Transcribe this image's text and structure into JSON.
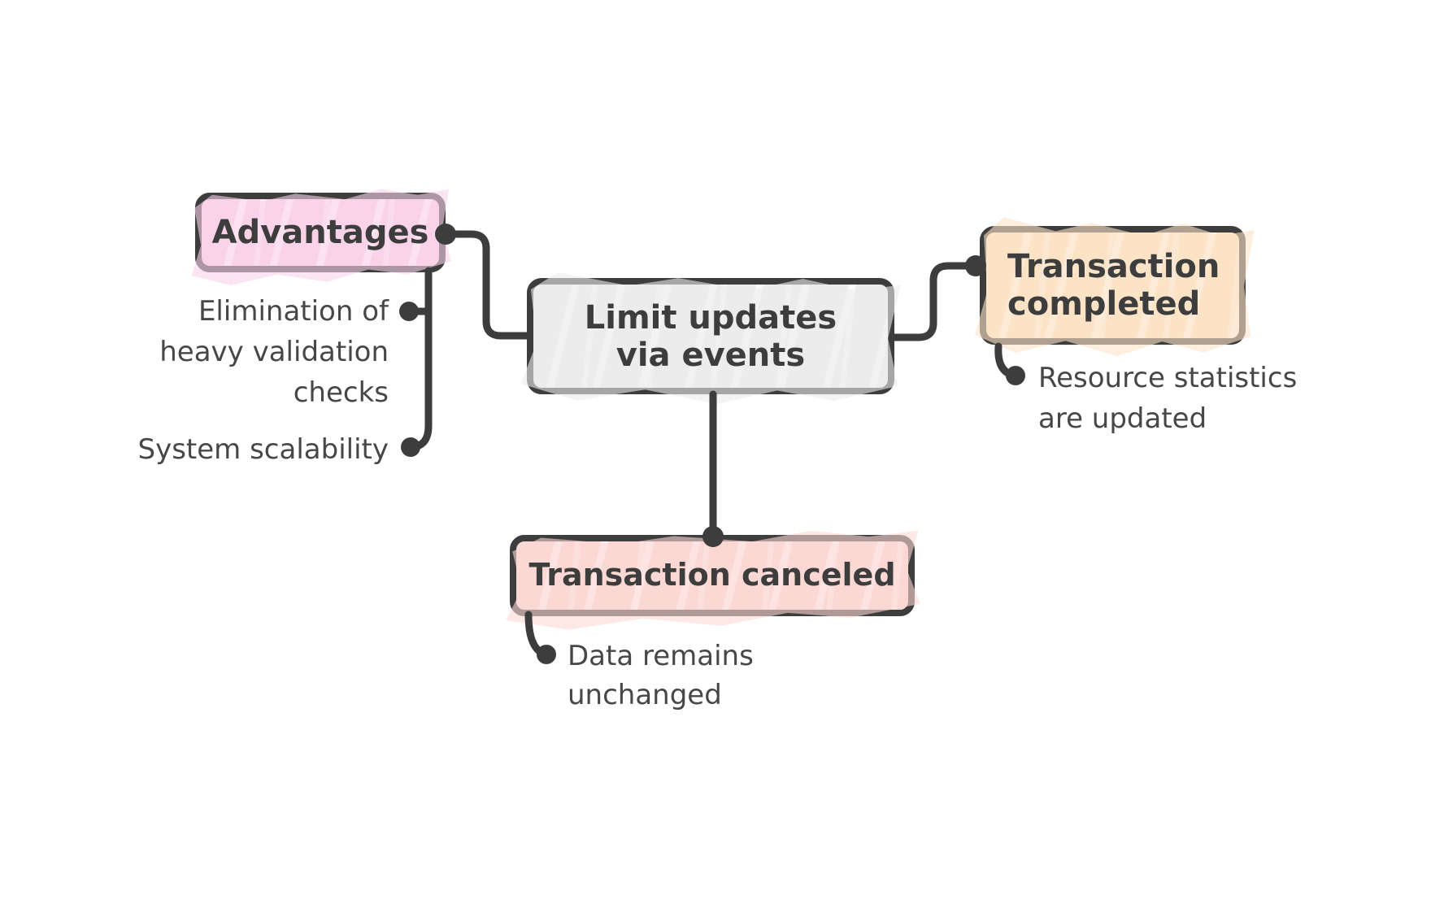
{
  "diagram": {
    "nodes": {
      "center": {
        "label": "Limit updates via events",
        "fill": "#ececec"
      },
      "advantages": {
        "label": "Advantages",
        "fill": "#fad3e9"
      },
      "completed": {
        "label": "Transaction completed",
        "fill": "#fce3c6"
      },
      "canceled": {
        "label": "Transaction canceled",
        "fill": "#fcd8d5"
      }
    },
    "annotations": {
      "advantages_items": [
        "Elimination of heavy validation checks",
        "System scalability"
      ],
      "completed_note": "Resource statistics are updated",
      "canceled_note": "Data remains unchanged"
    },
    "colors": {
      "ink": "#3d3d3d",
      "background": "#ffffff"
    }
  }
}
